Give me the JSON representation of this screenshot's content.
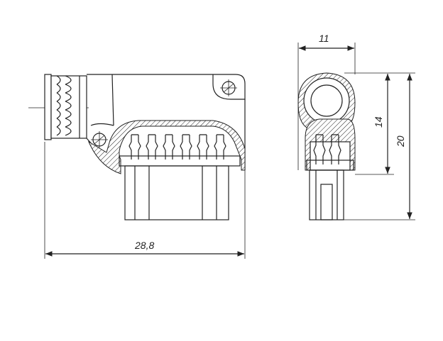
{
  "dimensions": {
    "front_width": "28,8",
    "side_width": "11",
    "side_height_inner": "14",
    "side_height_total": "20"
  }
}
